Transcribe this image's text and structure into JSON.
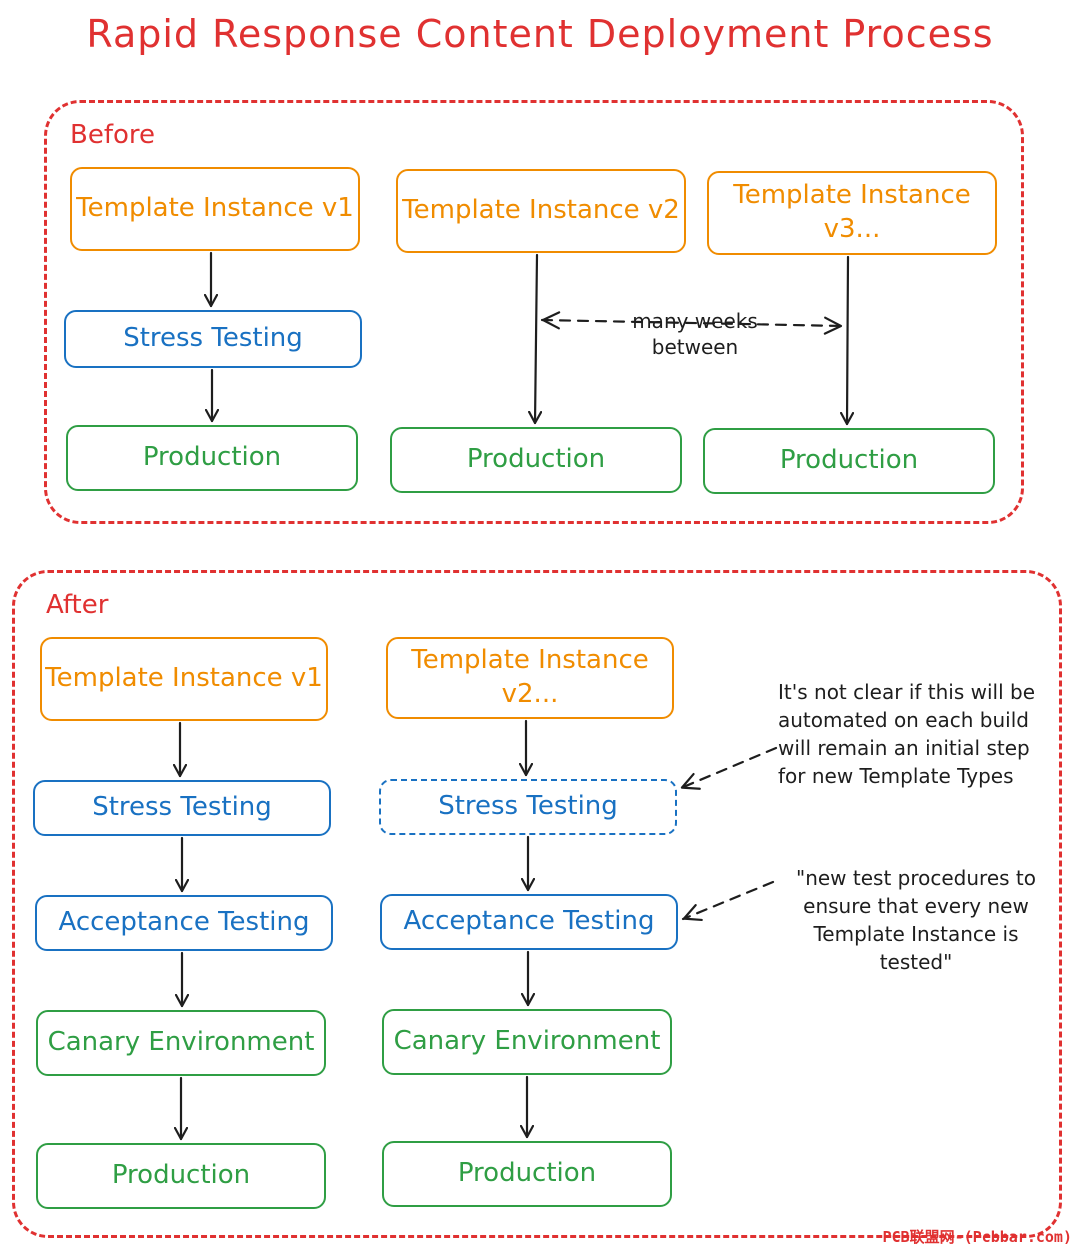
{
  "title": "Rapid Response Content Deployment Process",
  "before": {
    "label": "Before",
    "v1": {
      "template": "Template Instance v1",
      "stress": "Stress Testing",
      "production": "Production"
    },
    "v2": {
      "template": "Template Instance v2",
      "production": "Production"
    },
    "v3": {
      "template": "Template Instance v3...",
      "production": "Production"
    },
    "gap_note": "many weeks between"
  },
  "after": {
    "label": "After",
    "v1": {
      "template": "Template Instance v1",
      "stress": "Stress Testing",
      "acceptance": "Acceptance Testing",
      "canary": "Canary Environment",
      "production": "Production"
    },
    "v2": {
      "template": "Template Instance v2...",
      "stress": "Stress Testing",
      "acceptance": "Acceptance Testing",
      "canary": "Canary Environment",
      "production": "Production"
    },
    "note_stress": "It's not clear if this will be automated on each build will remain an initial step for new Template Types",
    "note_acceptance": "\"new test procedures to ensure that every new Template Instance is tested\""
  },
  "watermark": "PCB联盟网-(Pcbbar.com)",
  "colors": {
    "section": "#e03131",
    "template": "#f08c00",
    "testing": "#1971c2",
    "deploy": "#2f9e44",
    "arrow": "#1e1e1e"
  }
}
